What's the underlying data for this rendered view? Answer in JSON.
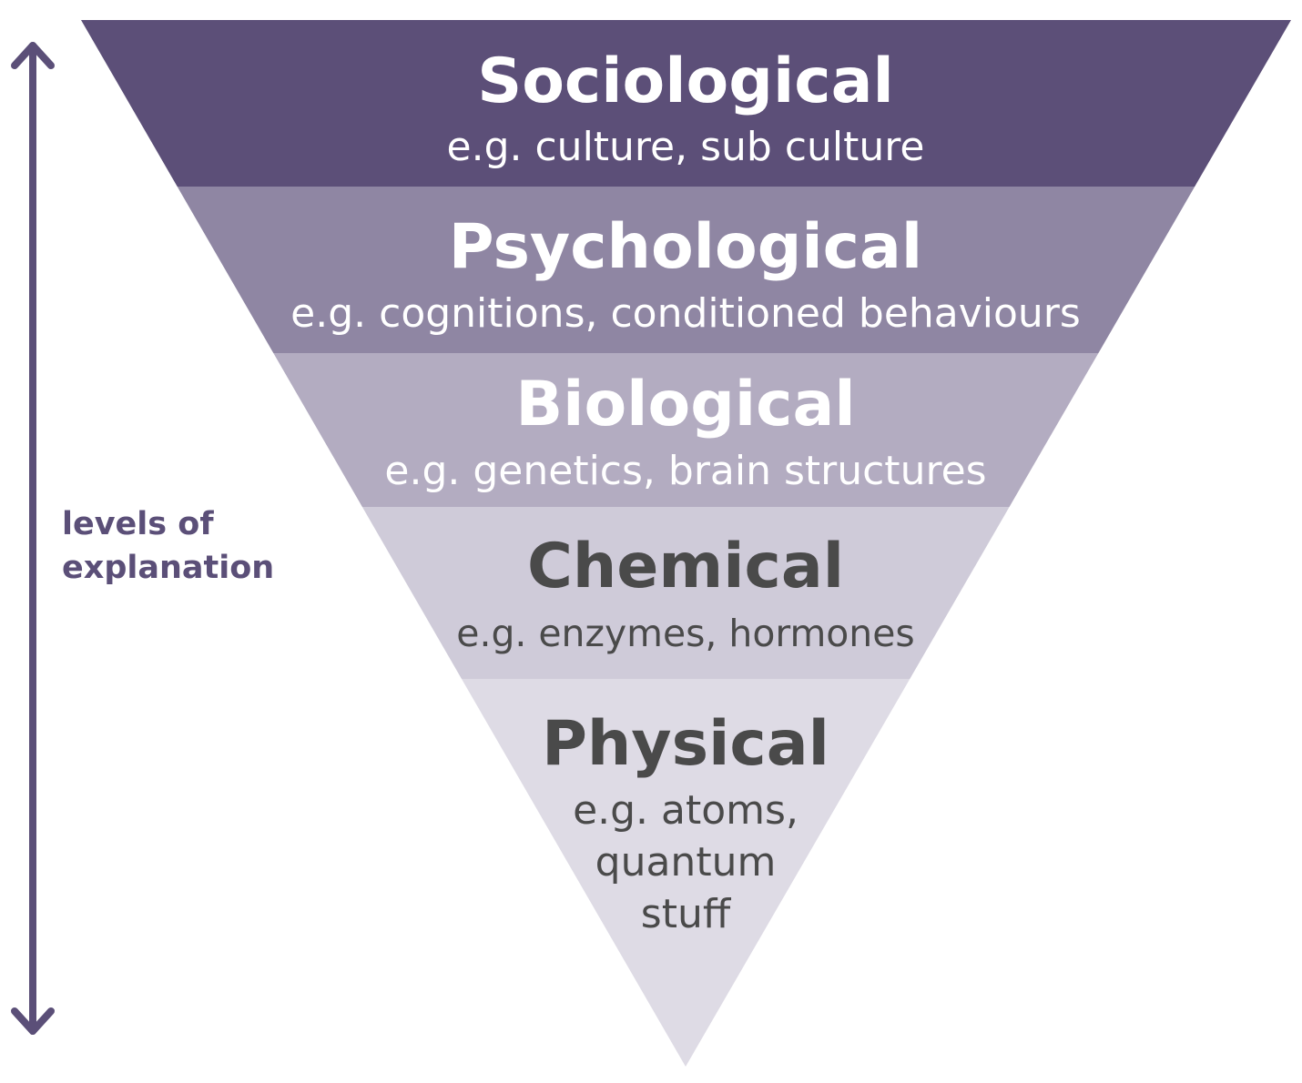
{
  "axis": {
    "label_line1": "levels of",
    "label_line2": "explanation",
    "color": "#5b4f78"
  },
  "levels": [
    {
      "title": "Sociological",
      "example_lines": [
        "e.g. culture, sub culture"
      ],
      "fill": "#5c4f78",
      "text_color": "#ffffff"
    },
    {
      "title": "Psychological",
      "example_lines": [
        "e.g. cognitions, conditioned behaviours"
      ],
      "fill": "#8f86a3",
      "text_color": "#ffffff"
    },
    {
      "title": "Biological",
      "example_lines": [
        "e.g. genetics, brain structures"
      ],
      "fill": "#b3acc1",
      "text_color": "#ffffff"
    },
    {
      "title": "Chemical",
      "example_lines": [
        "e.g. enzymes, hormones"
      ],
      "fill": "#cfcbd9",
      "text_color": "#4a4a4a"
    },
    {
      "title": "Physical",
      "example_lines": [
        "e.g. atoms,",
        "quantum",
        "stuff"
      ],
      "fill": "#dedbe5",
      "text_color": "#4a4a4a"
    }
  ]
}
